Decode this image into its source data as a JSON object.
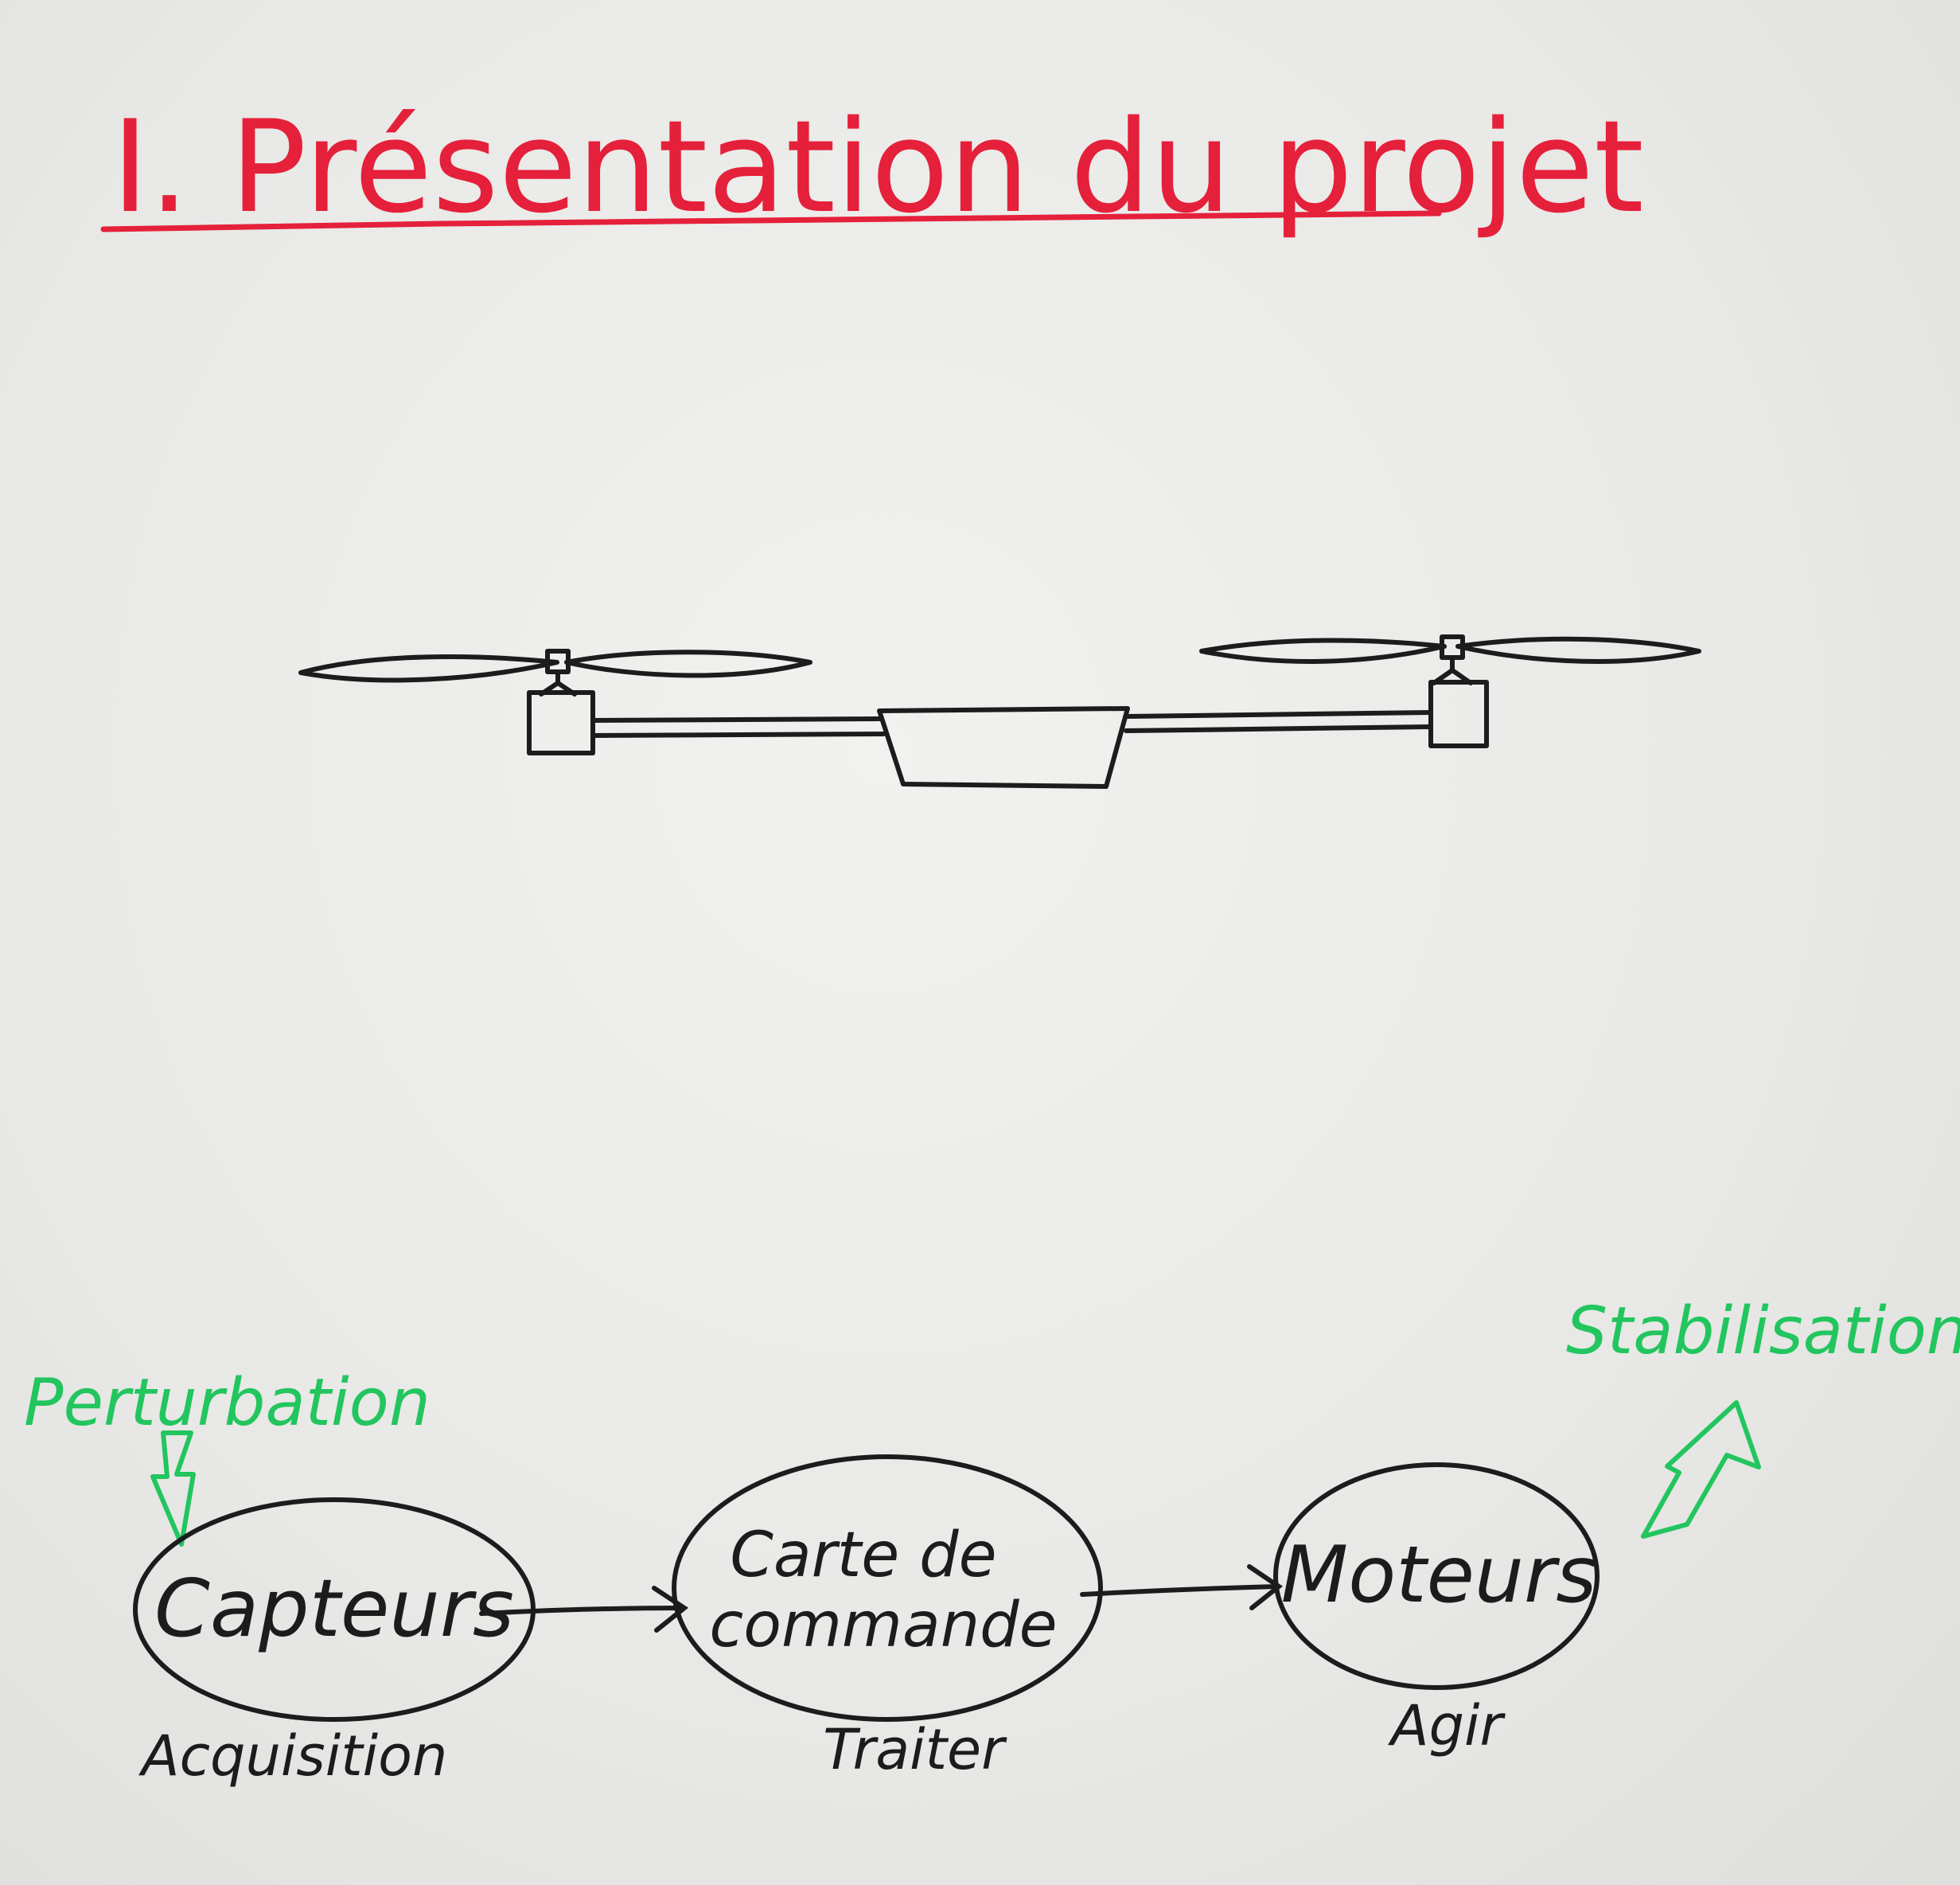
{
  "title": "I. Présentation du projet",
  "colors": {
    "title": "#e5203a",
    "ink": "#1c1c1c",
    "annotation": "#22c55e",
    "paper": "#ececea"
  },
  "annotations": {
    "input": "Perturbation",
    "output": "Stabilisation"
  },
  "blocks": [
    {
      "lines": [
        "Capteurs"
      ],
      "label": "Acquisition"
    },
    {
      "lines": [
        "Carte de",
        "commande"
      ],
      "label": "Traiter"
    },
    {
      "lines": [
        "Moteurs"
      ],
      "label": "Agir"
    }
  ],
  "icons": {
    "input": "lightning-bolt-icon",
    "output": "arrow-up-right-icon",
    "drawing": "drone-sketch"
  }
}
